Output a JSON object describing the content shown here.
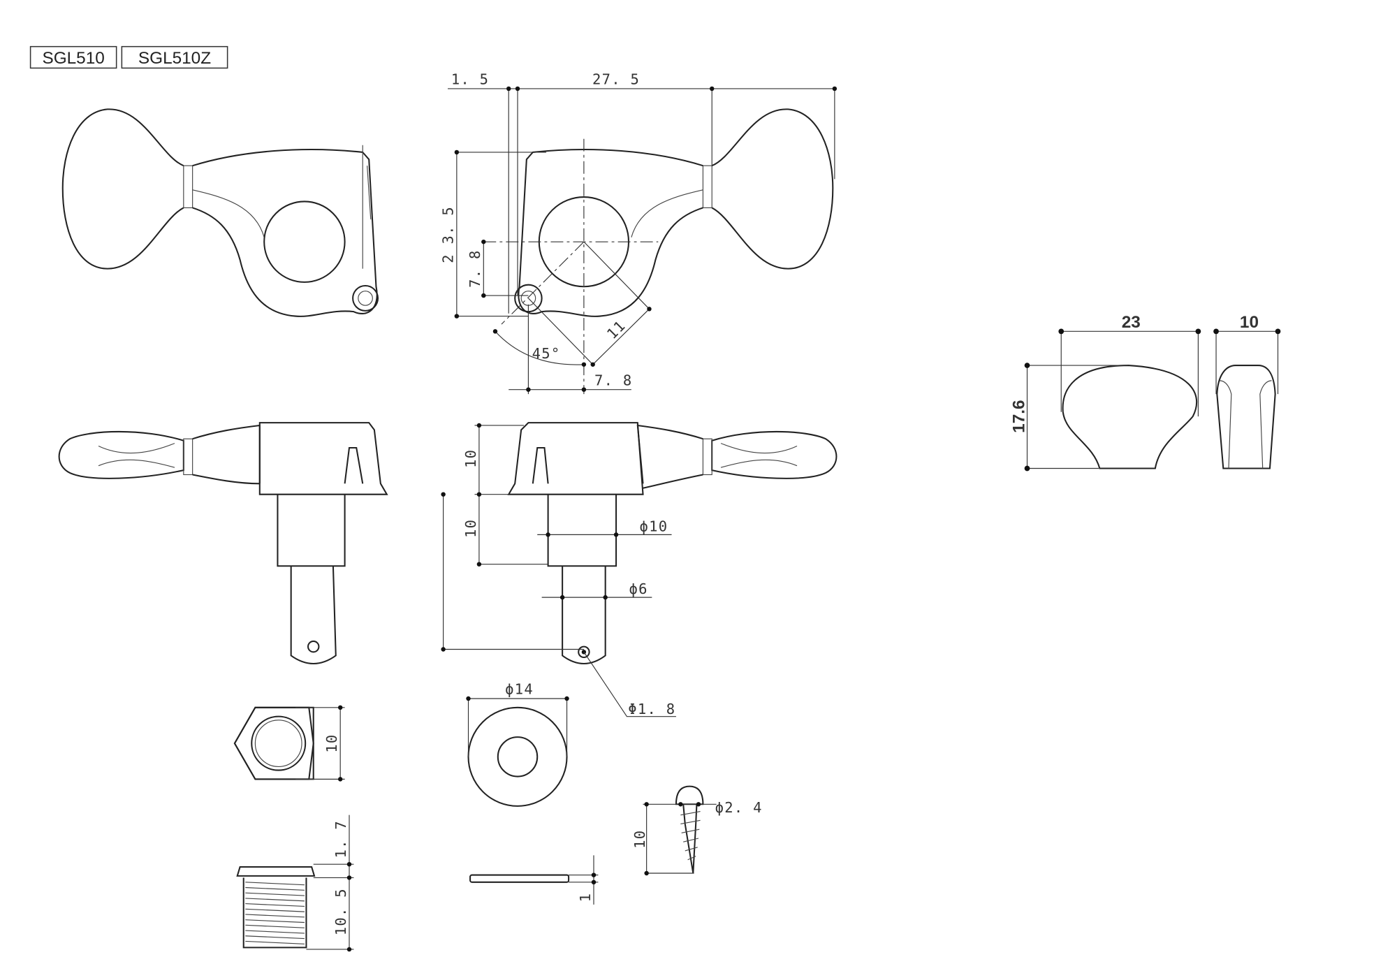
{
  "models": [
    "SGL510",
    "SGL510Z"
  ],
  "dimensions": {
    "offset": "1. 5",
    "length": "27. 5",
    "height": "2 3. 5",
    "post_offset_v": "7. 8",
    "diagonal": "11",
    "angle": "45°",
    "post_offset_h": "7. 8",
    "housing_height": "10",
    "post_height": "10",
    "post_dia": "ϕ10",
    "shaft_dia": "ϕ6",
    "hole_dia": "Φ1. 8",
    "nut_size": "10",
    "washer_dia": "ϕ14",
    "screw_dia": "ϕ2. 4",
    "screw_length": "10",
    "bushing_flange": "1. 7",
    "bushing_length": "10. 5",
    "washer_thickness": "1"
  },
  "knob": {
    "width": "23",
    "depth": "10",
    "height": "17.6"
  }
}
